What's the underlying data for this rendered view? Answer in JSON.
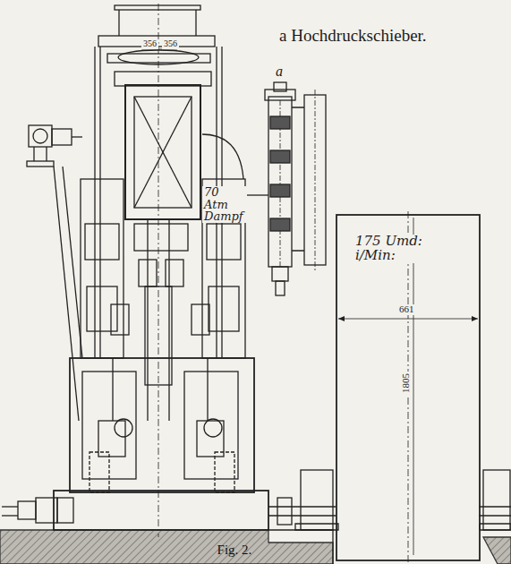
{
  "diagram": {
    "caption": "Fig. 2.",
    "labels": [
      "a Hochdruckschieber.",
      "356",
      "356",
      "a",
      "70 Atm Dampf",
      "175 Umd: i/Min:",
      "661",
      "1805"
    ]
  }
}
